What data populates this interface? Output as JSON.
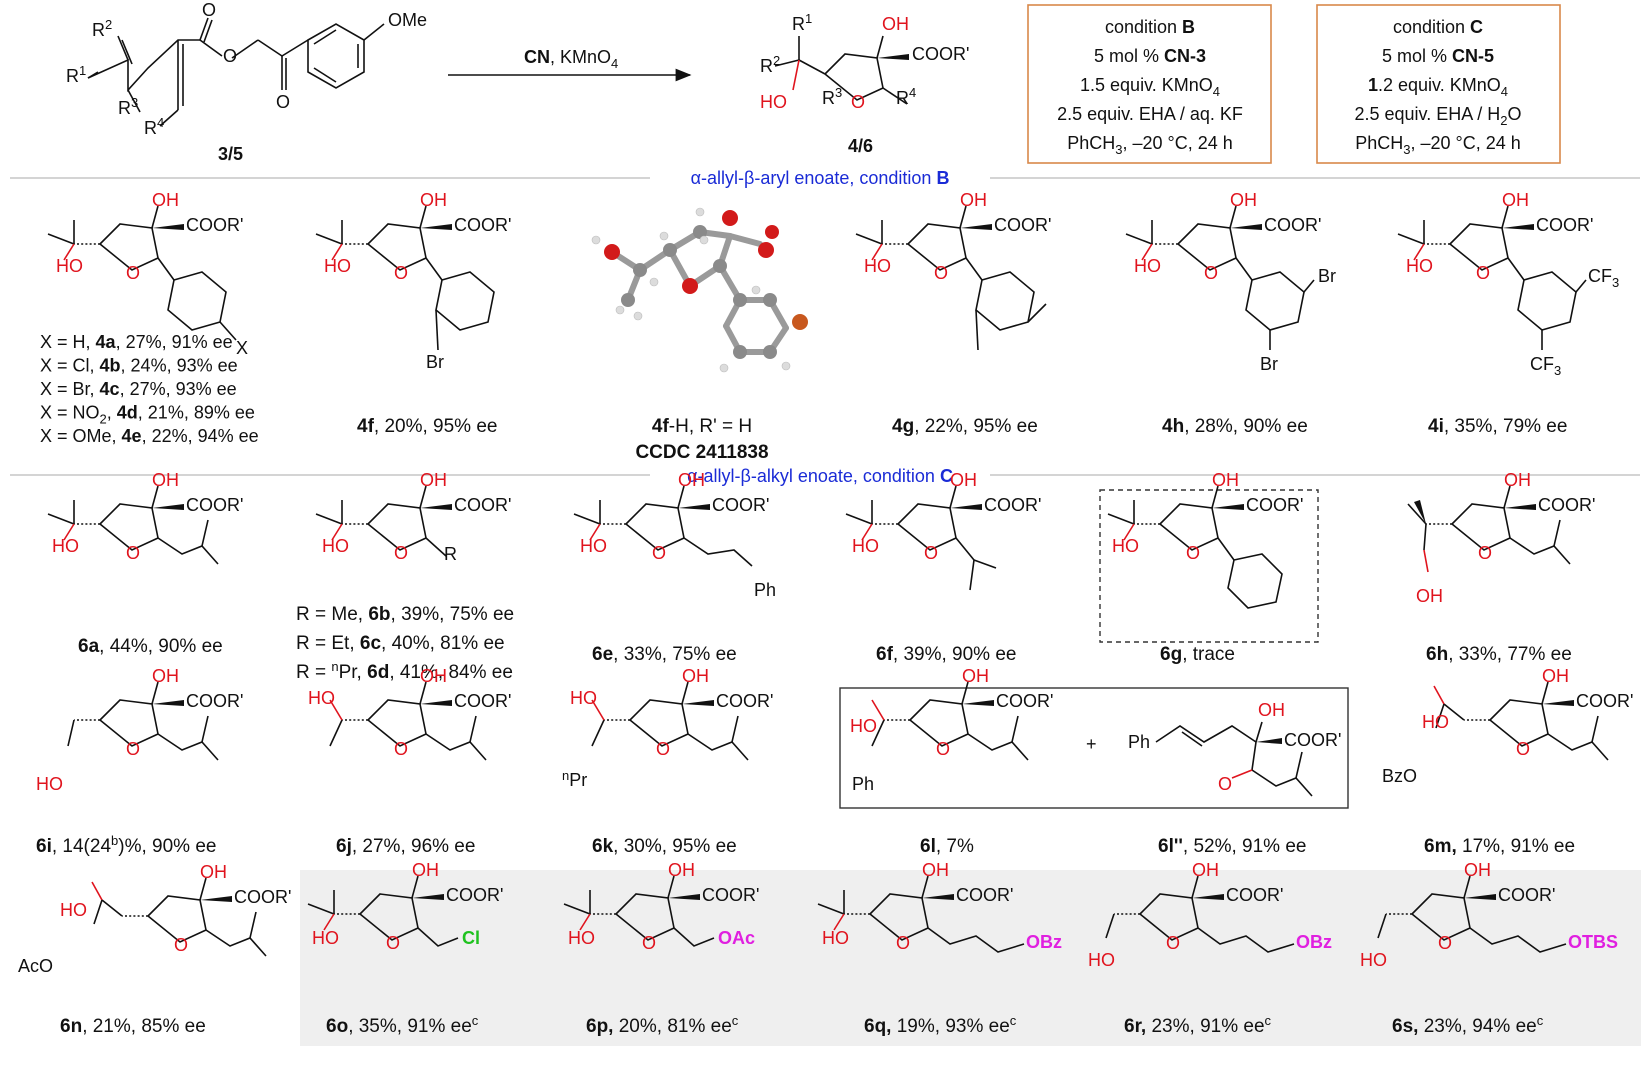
{
  "header": {
    "reagent_bold": "CN",
    "reagent_rest": ", KMnO",
    "reagent_sub": "4",
    "substrate_label": "3/5",
    "product_label": "4/6",
    "sub_R1": "R",
    "sub_R2": "R",
    "sub_R3": "R",
    "sub_R4": "R",
    "ome": "OMe",
    "o": "O",
    "cooR": "COOR'",
    "oh": "OH",
    "ho": "HO"
  },
  "condition_b": {
    "title": "condition ",
    "title_bold": "B",
    "line1_pre": "5 mol % ",
    "line1_bold": "CN-3",
    "line2": "1.5 equiv. KMnO",
    "line2_sub": "4",
    "line3": "2.5 equiv. EHA / aq. KF",
    "line4": "PhCH",
    "line4_sub": "3",
    "line4_rest": ", –20 °C, 24 h"
  },
  "condition_c": {
    "title": "condition ",
    "title_bold": "C",
    "line1_pre": "5 mol % ",
    "line1_bold": "CN-5",
    "line2_pre": "1",
    "line2": ".2 equiv. KMnO",
    "line2_sub": "4",
    "line3": "2.5 equiv. EHA / H",
    "line3_sub": "2",
    "line3_rest": "O",
    "line4": "PhCH",
    "line4_sub": "3",
    "line4_rest": ", –20 °C, 24 h"
  },
  "section1": {
    "title": "α-allyl-β-aryl enoate, condition ",
    "title_bold": "B"
  },
  "section2": {
    "title": "α-allyl-β-alkyl enoate, condition ",
    "title_bold": "C"
  },
  "aryl_x_list": [
    {
      "x": "X = H, ",
      "id": "4a",
      "rest": ", 27%, 91% ee"
    },
    {
      "x": "X = Cl, ",
      "id": "4b",
      "rest": ", 24%, 93% ee"
    },
    {
      "x": "X = Br, ",
      "id": "4c",
      "rest": ", 27%, 93% ee"
    },
    {
      "x": "X = NO",
      "sub": "2",
      "x2": ", ",
      "id": "4d",
      "rest": ", 21%, 89% ee"
    },
    {
      "x": "X = OMe, ",
      "id": "4e",
      "rest": ", 22%, 94% ee"
    }
  ],
  "labels": {
    "x": "X",
    "br": "Br",
    "cf3": "CF",
    "cf3_sub": "3",
    "ph": "Ph",
    "r": "R",
    "cl": "Cl",
    "oac": "OAc",
    "obz": "OBz",
    "otbs": "OTBS",
    "bzo": "BzO",
    "aco": "AcO",
    "npr_pre": "n",
    "npr": "Pr",
    "plus": "+",
    "trace": "trace"
  },
  "products": {
    "4f": {
      "id": "4f",
      "rest": ", 20%, 95% ee"
    },
    "4fh": {
      "id": "4f",
      "rest": "-H, R' = H",
      "ccdc": "CCDC 2411838"
    },
    "4g": {
      "id": "4g",
      "rest": ", 22%, 95% ee"
    },
    "4h": {
      "id": "4h",
      "rest": ", 28%, 90% ee"
    },
    "4i": {
      "id": "4i",
      "rest": ", 35%, 79% ee"
    },
    "6a": {
      "id": "6a",
      "rest": ", 44%, 90% ee"
    },
    "6bcd": [
      {
        "pre": "R = Me, ",
        "id": "6b",
        "rest": ", 39%, 75% ee"
      },
      {
        "pre": "R = Et, ",
        "id": "6c",
        "rest": ", 40%, 81% ee"
      },
      {
        "pre": "R = ",
        "sup": "n",
        "pre2": "Pr, ",
        "id": "6d",
        "rest": ", 41%, 84% ee"
      }
    ],
    "6e": {
      "id": "6e",
      "rest": ", 33%, 75% ee"
    },
    "6f": {
      "id": "6f",
      "rest": ", 39%, 90% ee"
    },
    "6g": {
      "id": "6g",
      "rest": ", trace"
    },
    "6h": {
      "id": "6h",
      "rest": ", 33%, 77% ee"
    },
    "6i": {
      "id": "6i",
      "rest": ", 14(24",
      "sup": "b",
      "rest2": ")%, 90% ee"
    },
    "6j": {
      "id": "6j",
      "rest": ", 27%, 96% ee"
    },
    "6k": {
      "id": "6k",
      "rest": ", 30%, 95% ee"
    },
    "6l": {
      "id": "6l",
      "rest": ", 7%"
    },
    "6l2": {
      "id": "6l''",
      "rest": ", 52%, 91% ee"
    },
    "6m": {
      "id": "6m,",
      "rest": " 17%, 91% ee"
    },
    "6n": {
      "id": "6n",
      "rest": ", 21%, 85% ee"
    },
    "6o": {
      "id": "6o",
      "rest": ", 35%, 91% ee",
      "sup": "c"
    },
    "6p": {
      "id": "6p,",
      "rest": " 20%, 81% ee",
      "sup": "c"
    },
    "6q": {
      "id": "6q,",
      "rest": " 19%, 93% ee",
      "sup": "c"
    },
    "6r": {
      "id": "6r,",
      "rest": " 23%, 91% ee",
      "sup": "c"
    },
    "6s": {
      "id": "6s,",
      "rest": " 23%, 94% ee",
      "sup": "c"
    }
  },
  "colors": {
    "red": "#e0141e",
    "blue": "#1a2bd6",
    "box_orange": "#d9884a",
    "green": "#1fc21f",
    "magenta": "#e020e0",
    "gray_panel": "#efefef"
  }
}
